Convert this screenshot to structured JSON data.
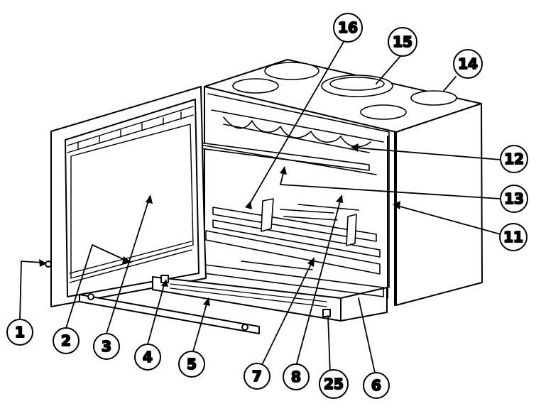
{
  "diagram": {
    "callouts": [
      {
        "id": "c1",
        "label": "1"
      },
      {
        "id": "c2",
        "label": "2"
      },
      {
        "id": "c3",
        "label": "3"
      },
      {
        "id": "c4",
        "label": "4"
      },
      {
        "id": "c5",
        "label": "5"
      },
      {
        "id": "c6",
        "label": "6"
      },
      {
        "id": "c7",
        "label": "7"
      },
      {
        "id": "c8",
        "label": "8"
      },
      {
        "id": "c11",
        "label": "11"
      },
      {
        "id": "c12",
        "label": "12"
      },
      {
        "id": "c13",
        "label": "13"
      },
      {
        "id": "c14",
        "label": "14"
      },
      {
        "id": "c15",
        "label": "15"
      },
      {
        "id": "c16",
        "label": "16"
      },
      {
        "id": "c25",
        "label": "25"
      }
    ]
  }
}
